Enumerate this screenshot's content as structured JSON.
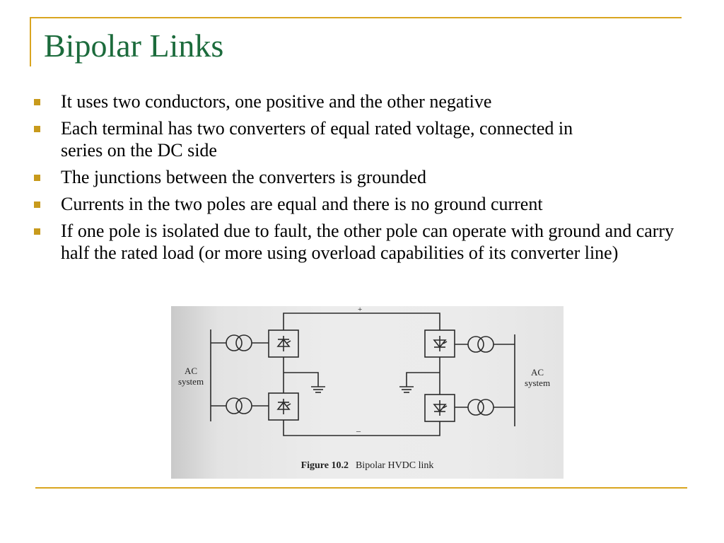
{
  "slide": {
    "title": "Bipolar Links",
    "bullets": [
      "It uses two conductors, one positive and the other negative",
      "Each terminal has two converters of equal rated voltage, connected in series on the DC side",
      "The junctions between the converters is grounded",
      "Currents in the two poles are equal and there is no ground current",
      "If one pole is isolated due to fault, the other pole can operate with ground and carry half the rated load (or more using overload capabilities of its converter line)"
    ]
  },
  "figure": {
    "left_system_label": "AC\nsystem",
    "right_system_label": "AC\nsystem",
    "positive_mark": "+",
    "negative_mark": "–",
    "caption_number": "Figure 10.2",
    "caption_text": "Bipolar  HVDC  link"
  },
  "colors": {
    "title": "#1c6b3c",
    "accent_line": "#d9a520",
    "bullet": "#c89a1c"
  }
}
